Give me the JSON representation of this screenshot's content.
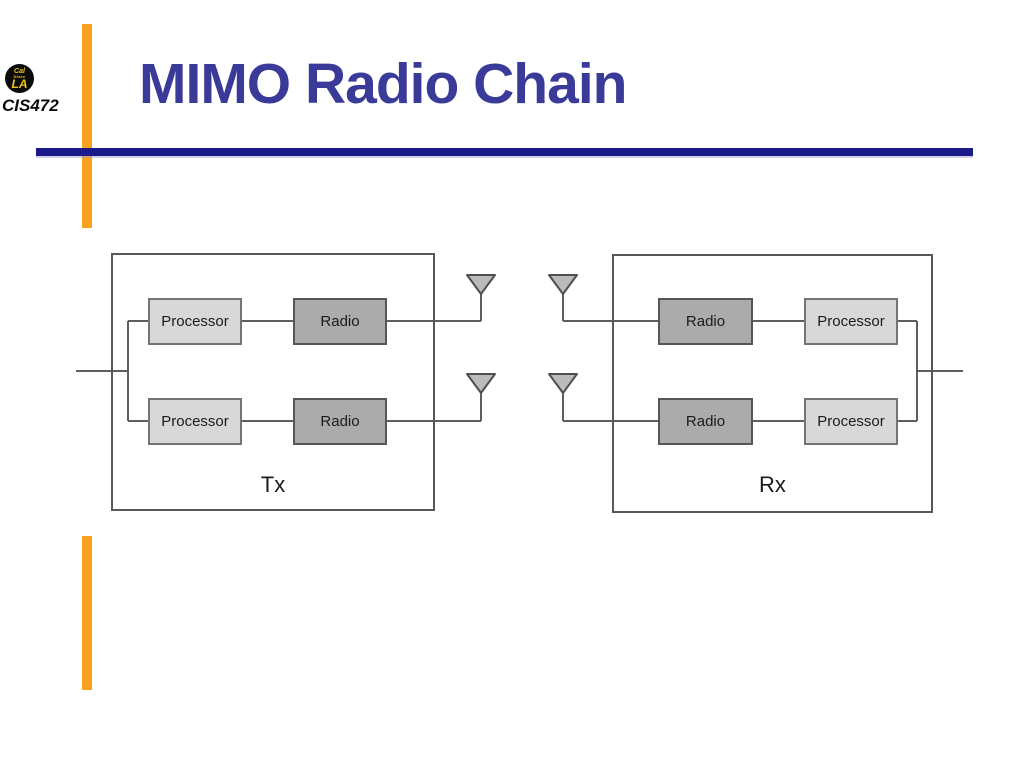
{
  "header": {
    "logo": {
      "line1": "Cal",
      "line2": "State",
      "line3": "LA"
    },
    "course_code": "CIS472",
    "title": "MIMO Radio Chain"
  },
  "diagram": {
    "tx": {
      "label": "Tx",
      "rows": [
        {
          "first": "Processor",
          "second": "Radio"
        },
        {
          "first": "Processor",
          "second": "Radio"
        }
      ]
    },
    "rx": {
      "label": "Rx",
      "rows": [
        {
          "first": "Radio",
          "second": "Processor"
        },
        {
          "first": "Radio",
          "second": "Processor"
        }
      ]
    }
  },
  "colors": {
    "accent_orange": "#FAA21E",
    "rule_navy": "#1A1A8A",
    "title_blue": "#3A3A99",
    "wire_gray": "#5E5E5E",
    "processor_fill": "#D8D8D8",
    "radio_fill": "#ABABAB",
    "logo_yellow": "#F2C713"
  }
}
